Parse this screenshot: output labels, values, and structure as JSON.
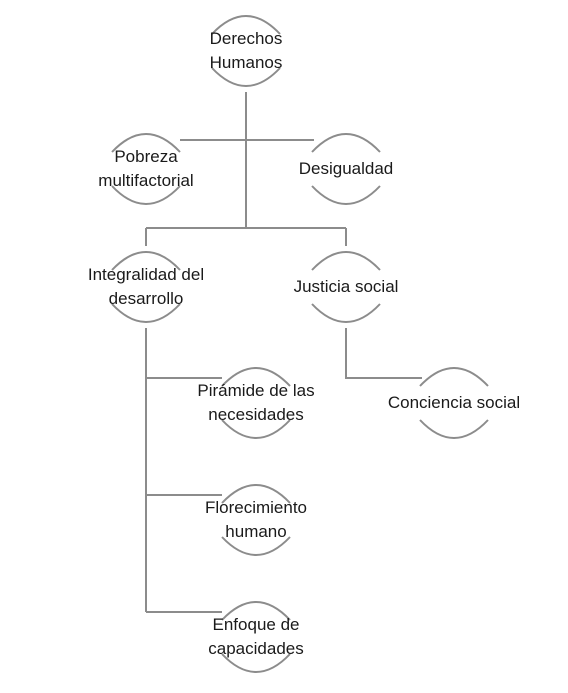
{
  "nodes": [
    {
      "id": "derechos",
      "lines": [
        "Derechos",
        "Humanos"
      ]
    },
    {
      "id": "pobreza",
      "lines": [
        "Pobreza",
        "multifactorial"
      ]
    },
    {
      "id": "desigualdad",
      "lines": [
        "Desigualdad"
      ]
    },
    {
      "id": "integralidad",
      "lines": [
        "Integralidad del",
        "desarrollo"
      ]
    },
    {
      "id": "justicia",
      "lines": [
        "Justicia social"
      ]
    },
    {
      "id": "piramide",
      "lines": [
        "Pirámide de las",
        "necesidades"
      ]
    },
    {
      "id": "conciencia",
      "lines": [
        "Conciencia social"
      ]
    },
    {
      "id": "florecimiento",
      "lines": [
        "Florecimiento",
        "humano"
      ]
    },
    {
      "id": "enfoque",
      "lines": [
        "Enfoque de",
        "capacidades"
      ]
    }
  ],
  "colors": {
    "connector": "#8c8c8c",
    "text": "#1a1a1a"
  }
}
